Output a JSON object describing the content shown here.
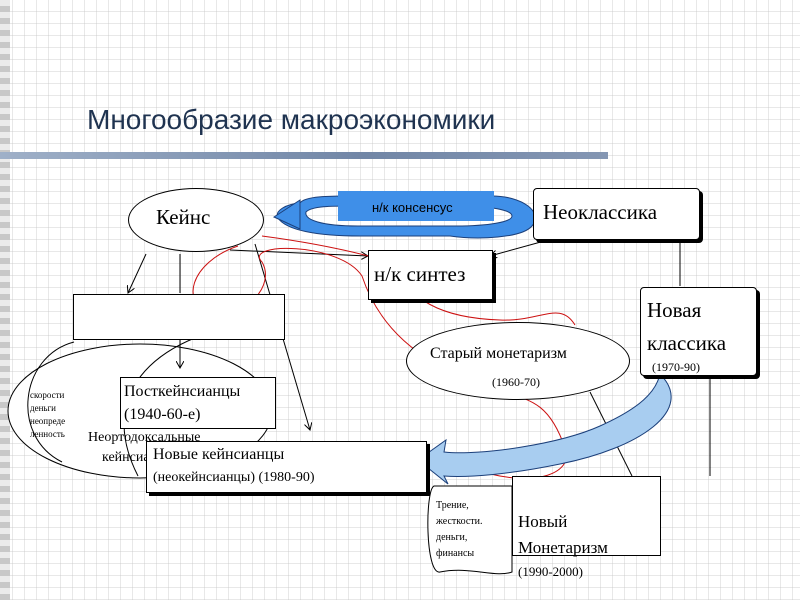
{
  "title": "Многообразие макроэкономики",
  "nodes": {
    "keynes": "Кейнс",
    "consensus": "н/к консенсус",
    "neoclassics": "Неоклассика",
    "synthesis": "н/к синтез",
    "new_classics": {
      "line1": "Новая",
      "line2": "классика",
      "years": "(1970-90)"
    },
    "old_monetarism": {
      "name": "Старый монетаризм",
      "years": "(1960-70)"
    },
    "post_keynesians": {
      "name": "Посткейнсианцы",
      "years": "(1940-60-е)"
    },
    "left_notes": [
      "скорости",
      "деньги",
      "неопреде",
      "ленность"
    ],
    "unorthodox": {
      "line1": "Неортодоксальные",
      "line2": "кейнсианцы"
    },
    "new_keynesians": {
      "name": "Новые кейнсианцы",
      "years": "(неокейнсианцы)  (1980-90)"
    },
    "scroll_notes": [
      "Трение,",
      "жесткости.",
      "деньги,",
      "финансы"
    ],
    "new_monetarism": {
      "line1": "Новый",
      "line2": "Монетаризм",
      "years": "(1990-2000)"
    }
  },
  "colors": {
    "title": "#1f3350",
    "title_rule": "#7186a6",
    "consensus_fill": "#3f8fe8",
    "big_arrow_fill": "#a8cdf0",
    "red_curve": "#cc1111"
  }
}
